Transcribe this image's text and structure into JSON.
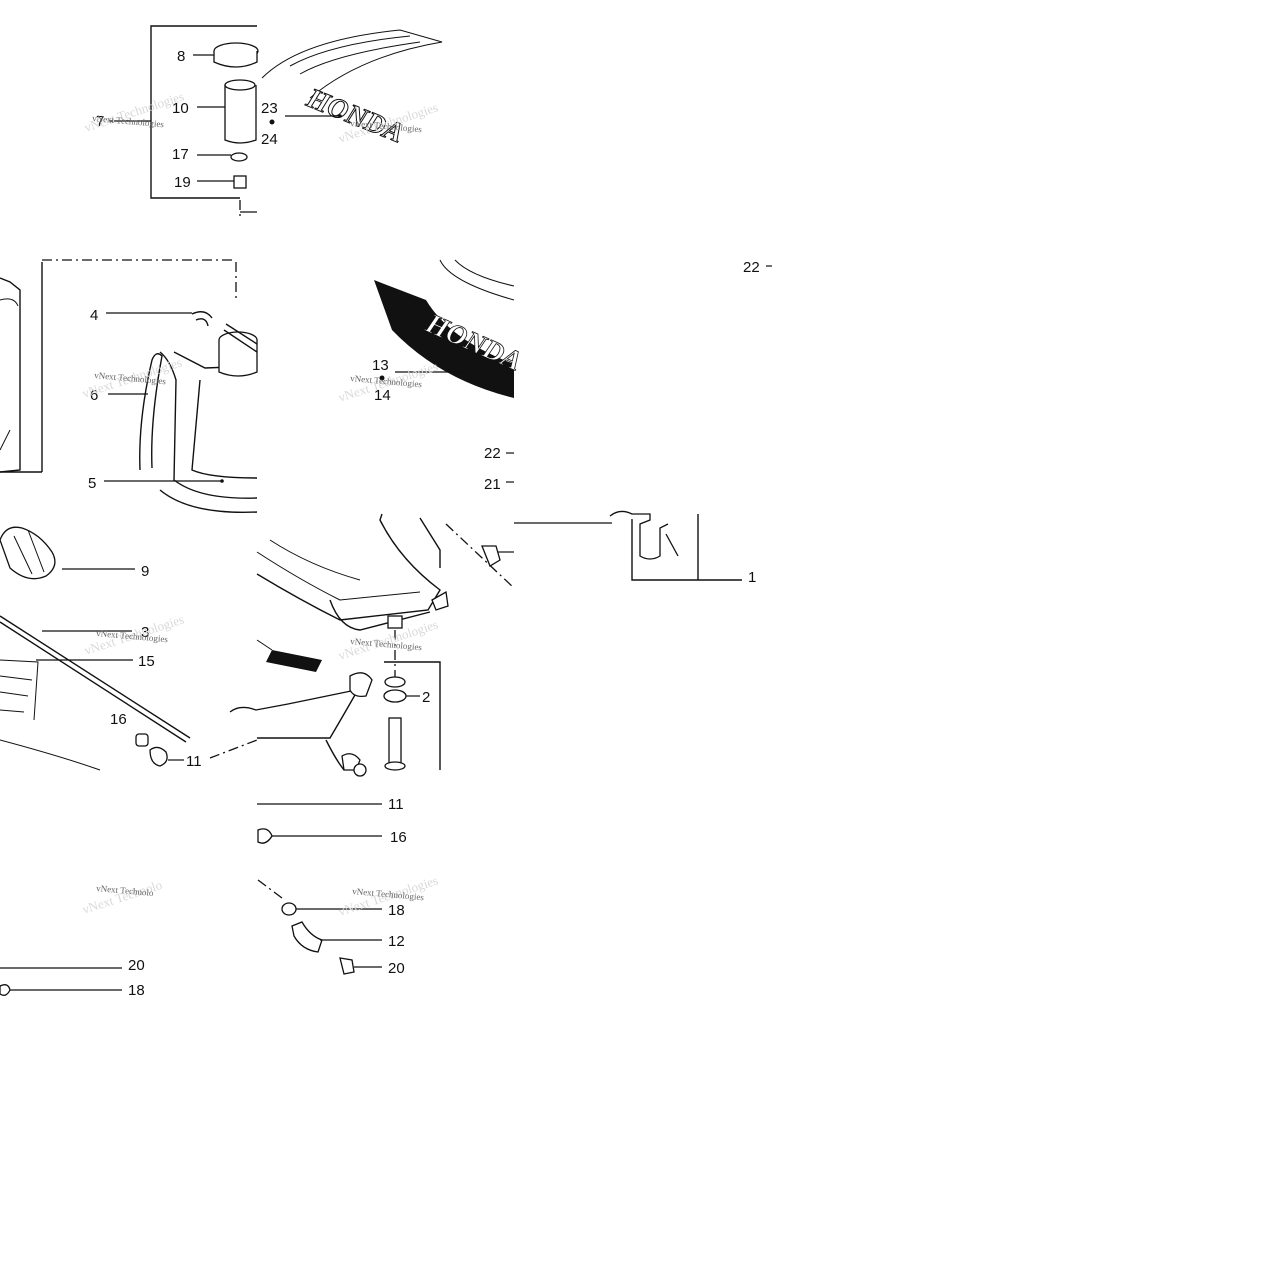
{
  "brand": {
    "text_upper": "HONDA",
    "text_lower": "HONDA"
  },
  "watermark": "vNext Technologies",
  "watermark_truncated": "vNext Technolo",
  "callouts": {
    "c8": "8",
    "c10": "10",
    "c7": "7",
    "c23": "23",
    "c24": "24",
    "c17": "17",
    "c19": "19",
    "c22a": "22",
    "c22b": "22",
    "c21": "21",
    "c4": "4",
    "c6": "6",
    "c5": "5",
    "c13": "13",
    "c14": "14",
    "c9": "9",
    "c3": "3",
    "c15": "15",
    "c16a": "16",
    "c11a": "11",
    "c1": "1",
    "c2": "2",
    "c11b": "11",
    "c16b": "16",
    "c18a": "18",
    "c12": "12",
    "c20a": "20",
    "c20b": "20",
    "c18b": "18"
  }
}
